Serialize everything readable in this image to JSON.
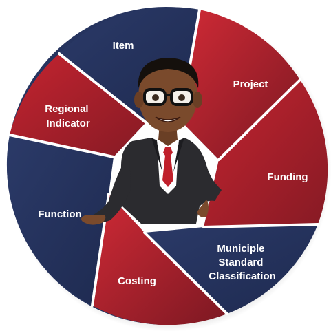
{
  "colors": {
    "navy": "#26345f",
    "red": "#b3202c",
    "red_dark": "#7c1822",
    "separator": "#ffffff"
  },
  "segments": [
    {
      "id": "item",
      "color": "navy",
      "lines": [
        "Item"
      ]
    },
    {
      "id": "project",
      "color": "red",
      "lines": [
        "Project"
      ]
    },
    {
      "id": "funding",
      "color": "red",
      "lines": [
        "Funding"
      ]
    },
    {
      "id": "municiple",
      "color": "navy",
      "lines": [
        "Municiple",
        "Standard",
        "Classification"
      ]
    },
    {
      "id": "costing",
      "color": "red",
      "lines": [
        "Costing"
      ]
    },
    {
      "id": "function",
      "color": "navy",
      "lines": [
        "Function"
      ]
    },
    {
      "id": "regional",
      "color": "red",
      "lines": [
        "Regional",
        "Indicator"
      ]
    }
  ],
  "character": {
    "icon": "businessman-cartoon-icon",
    "suit_color": "#2b2b2f",
    "tie_color": "#c0202b",
    "skin_color": "#7a4a2c"
  }
}
